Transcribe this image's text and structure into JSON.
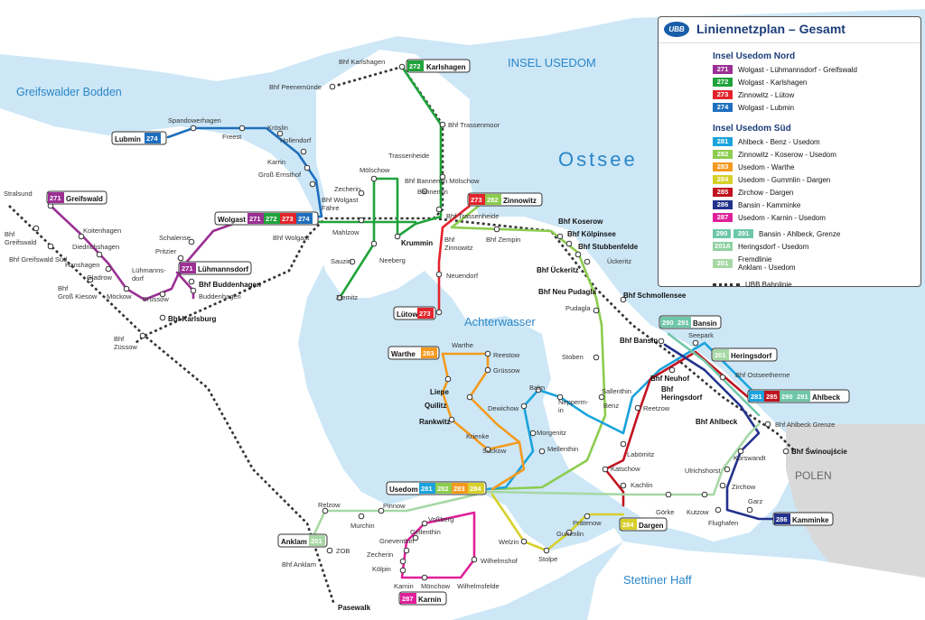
{
  "water_labels": {
    "greifswalder_bodden": "Greifswalder Bodden",
    "insel_usedom": "INSEL USEDOM",
    "ostsee": "Ostsee",
    "achterwasser": "Achterwasser",
    "stettiner_haff": "Stettiner Haff",
    "polen": "POLEN"
  },
  "legend": {
    "logo": "UBB",
    "title": "Liniennetzplan – Gesamt",
    "section_nord": "Insel Usedom Nord",
    "section_sued": "Insel Usedom Süd",
    "nord": [
      {
        "num": "271",
        "color": "#9b2f94",
        "text": "Wolgast - Lühmannsdorf - Greifswald"
      },
      {
        "num": "272",
        "color": "#1fa33a",
        "text": "Wolgast - Karlshagen"
      },
      {
        "num": "273",
        "color": "#e3242b",
        "text": "Zinnowitz - Lütow"
      },
      {
        "num": "274",
        "color": "#1e6fbd",
        "text": "Wolgast - Lubmin"
      }
    ],
    "sued": [
      {
        "num": "281",
        "color": "#1aa3dc",
        "text": "Ahlbeck - Benz - Usedom"
      },
      {
        "num": "282",
        "color": "#8ccc4e",
        "text": "Zinnowitz - Koserow - Usedom"
      },
      {
        "num": "283",
        "color": "#f39a1e",
        "text": "Usedom - Warthe"
      },
      {
        "num": "284",
        "color": "#d7d02a",
        "text": "Usedom - Gummlin - Dargen"
      },
      {
        "num": "285",
        "color": "#c1121f",
        "text": "Zirchow - Dargen"
      },
      {
        "num": "286",
        "color": "#23328c",
        "text": "Bansin - Kamminke"
      },
      {
        "num": "287",
        "color": "#e0209a",
        "text": "Usedom - Karnin - Usedom"
      }
    ],
    "extra": [
      {
        "num": "290",
        "num2": "291",
        "color": "#6fc7a9",
        "text": "Bansin - Ahlbeck, Grenze"
      },
      {
        "num": "201A",
        "color": "#8fd0a0",
        "text": "Heringsdorf - Usedom"
      },
      {
        "num": "201",
        "color": "#a6d8a4",
        "text": "Fremdlinie",
        "text2": "Anklam - Usedom"
      }
    ],
    "rail_label": "UBB Bahnlinie"
  },
  "terminals": {
    "karlshagen": {
      "num": "272",
      "name": "Karlshagen"
    },
    "lubmin": {
      "name": "Lubmin",
      "num": "274"
    },
    "greifswald": {
      "num": "271",
      "name": "Greifswald"
    },
    "wolgast": {
      "name": "Wolgast",
      "n1": "271",
      "n2": "272",
      "n3": "273",
      "n4": "274"
    },
    "zinnowitz": {
      "n1": "273",
      "n2": "282",
      "name": "Zinnowitz"
    },
    "luehmannsdorf": {
      "num": "271",
      "name": "Lühmannsdorf"
    },
    "luetow": {
      "name": "Lütow",
      "num": "273"
    },
    "warthe": {
      "name": "Warthe",
      "num": "283"
    },
    "bansin": {
      "n1": "290",
      "n2": "291",
      "name": "Bansin"
    },
    "heringsdorf": {
      "num": "201",
      "name": "Heringsdorf"
    },
    "ahlbeck": {
      "n1": "281",
      "n2": "285",
      "n3": "290",
      "n4": "291",
      "name": "Ahlbeck"
    },
    "usedom": {
      "name": "Usedom",
      "n1": "281",
      "n2": "282",
      "n3": "283",
      "n4": "284"
    },
    "dargen": {
      "num": "284",
      "name": "Dargen"
    },
    "anklam": {
      "name": "Anklam",
      "num": "201"
    },
    "kamminke": {
      "num": "286",
      "name": "Kamminke"
    },
    "karnin": {
      "num": "287",
      "name": "Karnin"
    }
  },
  "stations": {
    "bhf_karlshagen": "Bhf Karlshagen",
    "bhf_peenemuende": "Bhf Peenemünde",
    "bhf_trassenmoor": "Bhf Trassenmoor",
    "trassenheide": "Trassenheide",
    "bhf_bannemin_moelschow": "Bhf Bannemin Mölschow",
    "bannemin": "Bannemin",
    "bhf_trassenheide": "Bhf Trassenheide",
    "moelschow": "Mölschow",
    "zecherin_n": "Zecherin",
    "bhf_wolgast_faehre": "Bhf Wolgast\nFähre",
    "mahlzow": "Mahlzow",
    "krummin": "Krummin",
    "sauzin": "Sauzin",
    "neeberg": "Neeberg",
    "ziemitz": "Ziemitz",
    "spandowerhagen": "Spandowerhagen",
    "freest": "Freest",
    "kroeslin": "Kröslin",
    "hollendorf": "Hollendorf",
    "karrin": "Karrin",
    "gross_ernsthof": "Groß Ernsthof",
    "stralsund": "Stralsund",
    "bhf_greifswald": "Bhf\nGreifswald",
    "bhf_greifswald_sued": "Bhf Greifswald Süd",
    "koitenhagen": "Koitenhagen",
    "diedrichshagen": "Diedrichshagen",
    "hanshagen": "Hanshagen",
    "gladrow": "Gladrow",
    "bhf_gross_kiesow": "Bhf\nGroß Kiesow",
    "moeckow": "Möckow",
    "bruessow": "Brüssow",
    "luehmannsdorf_st": "Lühmanns-\ndorf",
    "schalense": "Schalense",
    "pritzier": "Pritzier",
    "bhf_wolgast": "Bhf Wolgast",
    "bhf_buddenhagen": "Bhf Buddenhagen",
    "buddenhagen": "Buddenhagen",
    "bhf_karlsburg": "Bhf Karlsburg",
    "bhf_zuessow": "Bhf\nZüssow",
    "bhf_zinnowitz": "Bhf\nZinnowitz",
    "bhf_zempin": "Bhf Zempin",
    "neuendorf": "Neuendorf",
    "bhf_koserow": "Bhf Koserow",
    "bhf_koelpinsee": "Bhf Kölpinsee",
    "bhf_stubbenfelde": "Bhf Stubbenfelde",
    "bhf_ueckeritz": "Bhf Ückeritz",
    "ueckeritz": "Ückeritz",
    "bhf_neu_pudagla": "Bhf Neu Pudagla",
    "pudagla": "Pudagla",
    "bhf_schmollensee": "Bhf Schmollensee",
    "stoben": "Stoben",
    "bhf_bansin": "Bhf Bansin",
    "seepark": "Seepark",
    "bhf_neuhof": "Bhf Neuhof",
    "bhf_heringsdorf": "Bhf\nHeringsdorf",
    "bhf_ostseetherme": "Bhf Ostseetherme",
    "bhf_ahlbeck": "Bhf Ahlbeck",
    "bhf_ahlbeck_grenze": "Bhf Ahlbeck Grenze",
    "bhf_swinoujscie": "Bhf Świnoujście",
    "korswandt": "Korswandt",
    "ulrichshorst": "Ulrichshorst",
    "zirchow": "Zirchow",
    "garz": "Garz",
    "flughafen": "Flughafen",
    "kutzow": "Kutzow",
    "goerke": "Görke",
    "kachlin": "Kachlin",
    "katschow": "Katschow",
    "laboemitz": "Labömitz",
    "reetzow": "Reetzow",
    "sallenthin": "Sallenthin",
    "benz": "Benz",
    "nepperm": "Nepperm-\nin",
    "balm": "Balm",
    "dewichow": "Dewichow",
    "morgenitz": "Morgenitz",
    "mellenthin": "Mellenthin",
    "suckow": "Suckow",
    "krienke": "Krienke",
    "rankwitz": "Rankwitz",
    "quilitz": "Quilitz",
    "liepe": "Liepe",
    "warthe_st": "Warthe",
    "reestow": "Reestow",
    "gruessow": "Grüssow",
    "relzow": "Relzow",
    "murchin": "Murchin",
    "pinnow": "Pinnow",
    "zob": "ZOB",
    "bhf_anklam": "Bhf Anklam",
    "pasewalk": "Pasewalk",
    "vossberg": "Voßberg",
    "gellenthin": "Gellenthin",
    "gneventhin": "Gneventhin",
    "zecherin_s": "Zecherin",
    "koelpin": "Kölpin",
    "karnin_st": "Karnin",
    "moenchow": "Mönchow",
    "wilhelmsfelde": "Wilhelmsfelde",
    "wilhelmshof": "Wilhelmshof",
    "welzin": "Welzin",
    "stolpe": "Stolpe",
    "gummlin": "Gummlin",
    "praetenow": "Prätenow"
  }
}
